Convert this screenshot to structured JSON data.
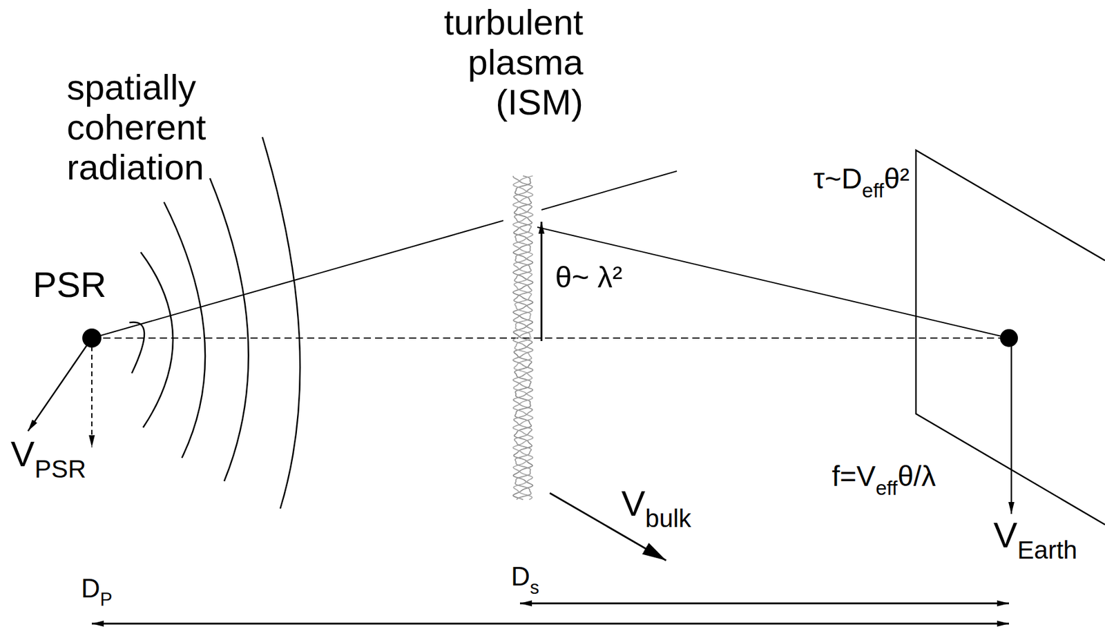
{
  "diagram": {
    "labels": [
      "turbulent plasma (ISM)",
      "spatially coherent radiation",
      "PSR",
      "θ~ λ²",
      "τ~Deffθ²",
      "VPSR",
      "Vbulk",
      "f=Veffθ/λ",
      "VEarth",
      "DP",
      "Ds"
    ]
  }
}
